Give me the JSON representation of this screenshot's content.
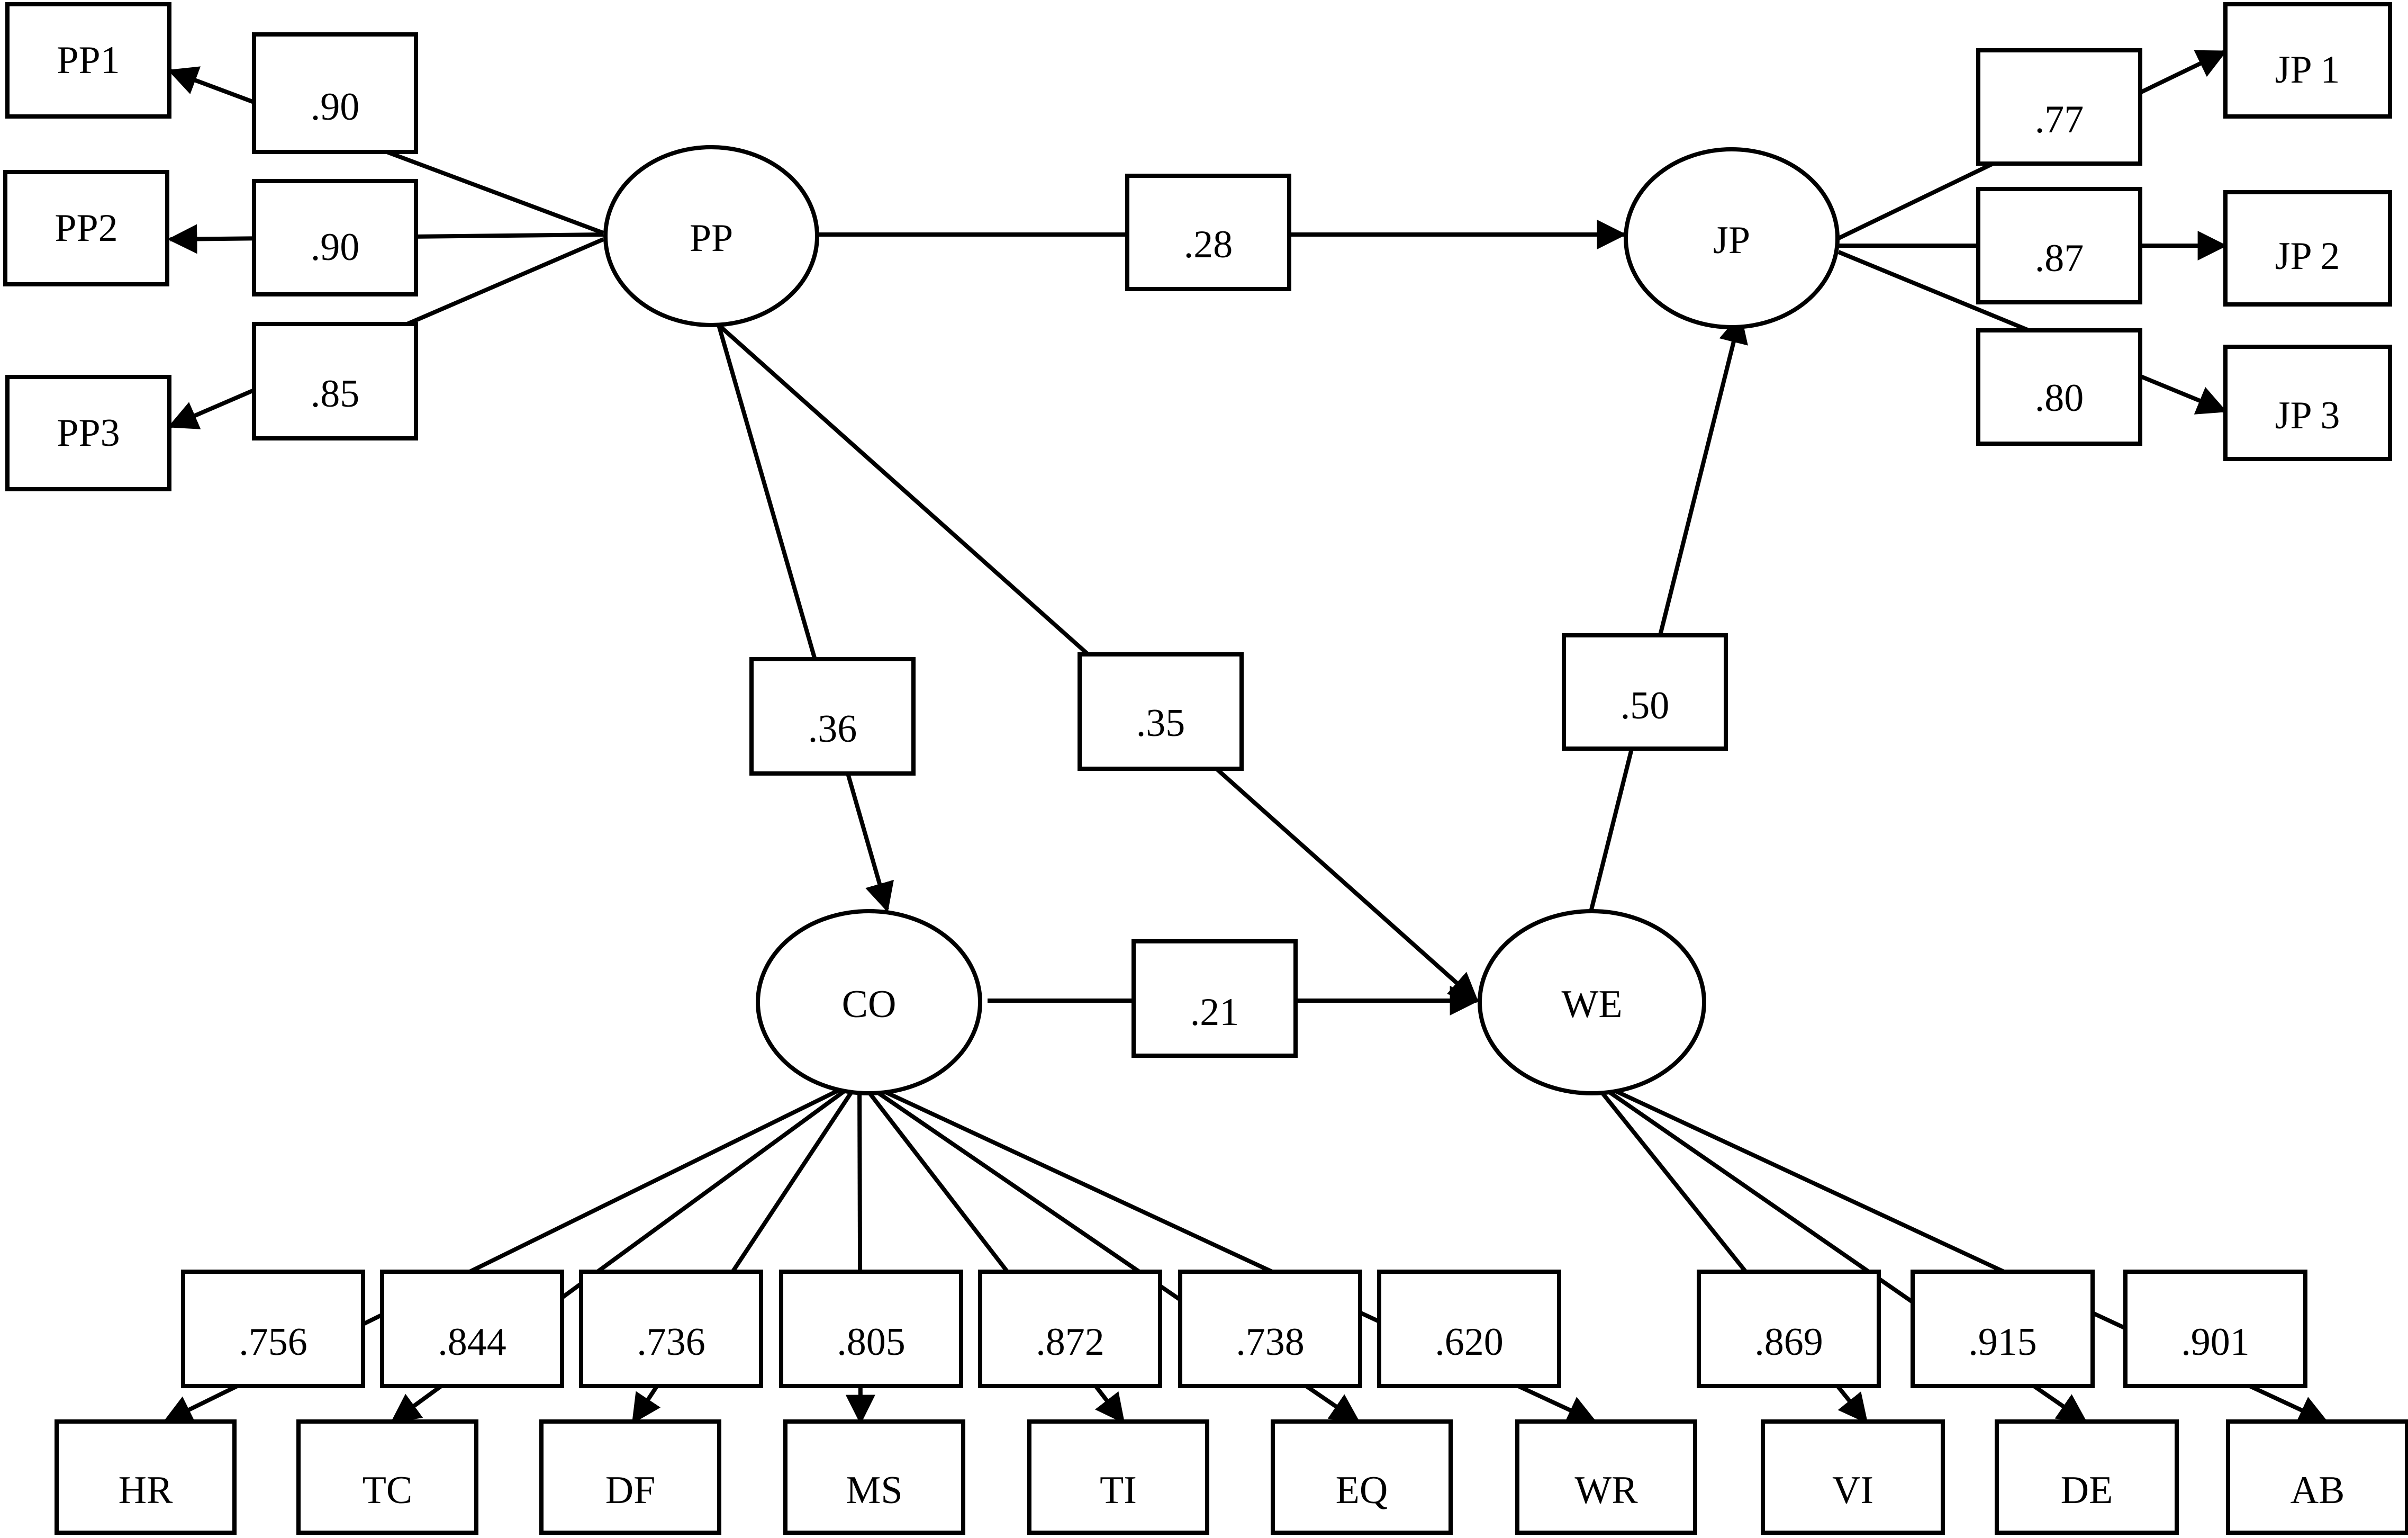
{
  "latent": {
    "PP": "PP",
    "JP": "JP",
    "CO": "CO",
    "WE": "WE"
  },
  "indicators": {
    "PP1": "PP1",
    "PP2": "PP2",
    "PP3": "PP3",
    "JP1": "JP 1",
    "JP2": "JP 2",
    "JP3": "JP 3",
    "HR": "HR",
    "TC": "TC",
    "DF": "DF",
    "MS": "MS",
    "TI": "TI",
    "EQ": "EQ",
    "WR": "WR",
    "VI": "VI",
    "DE": "DE",
    "AB": "AB"
  },
  "loadings": {
    "PP1": ".90",
    "PP2": ".90",
    "PP3": ".85",
    "JP1": ".77",
    "JP2": ".87",
    "JP3": ".80",
    "HR": ".756",
    "TC": ".844",
    "DF": ".736",
    "MS": ".805",
    "TI": ".872",
    "EQ": ".738",
    "WR": ".620",
    "VI": ".869",
    "DE": ".915",
    "AB": ".901"
  },
  "paths": {
    "PP_JP": ".28",
    "PP_CO": ".36",
    "PP_WE": ".35",
    "WE_JP": ".50",
    "CO_WE": ".21"
  }
}
